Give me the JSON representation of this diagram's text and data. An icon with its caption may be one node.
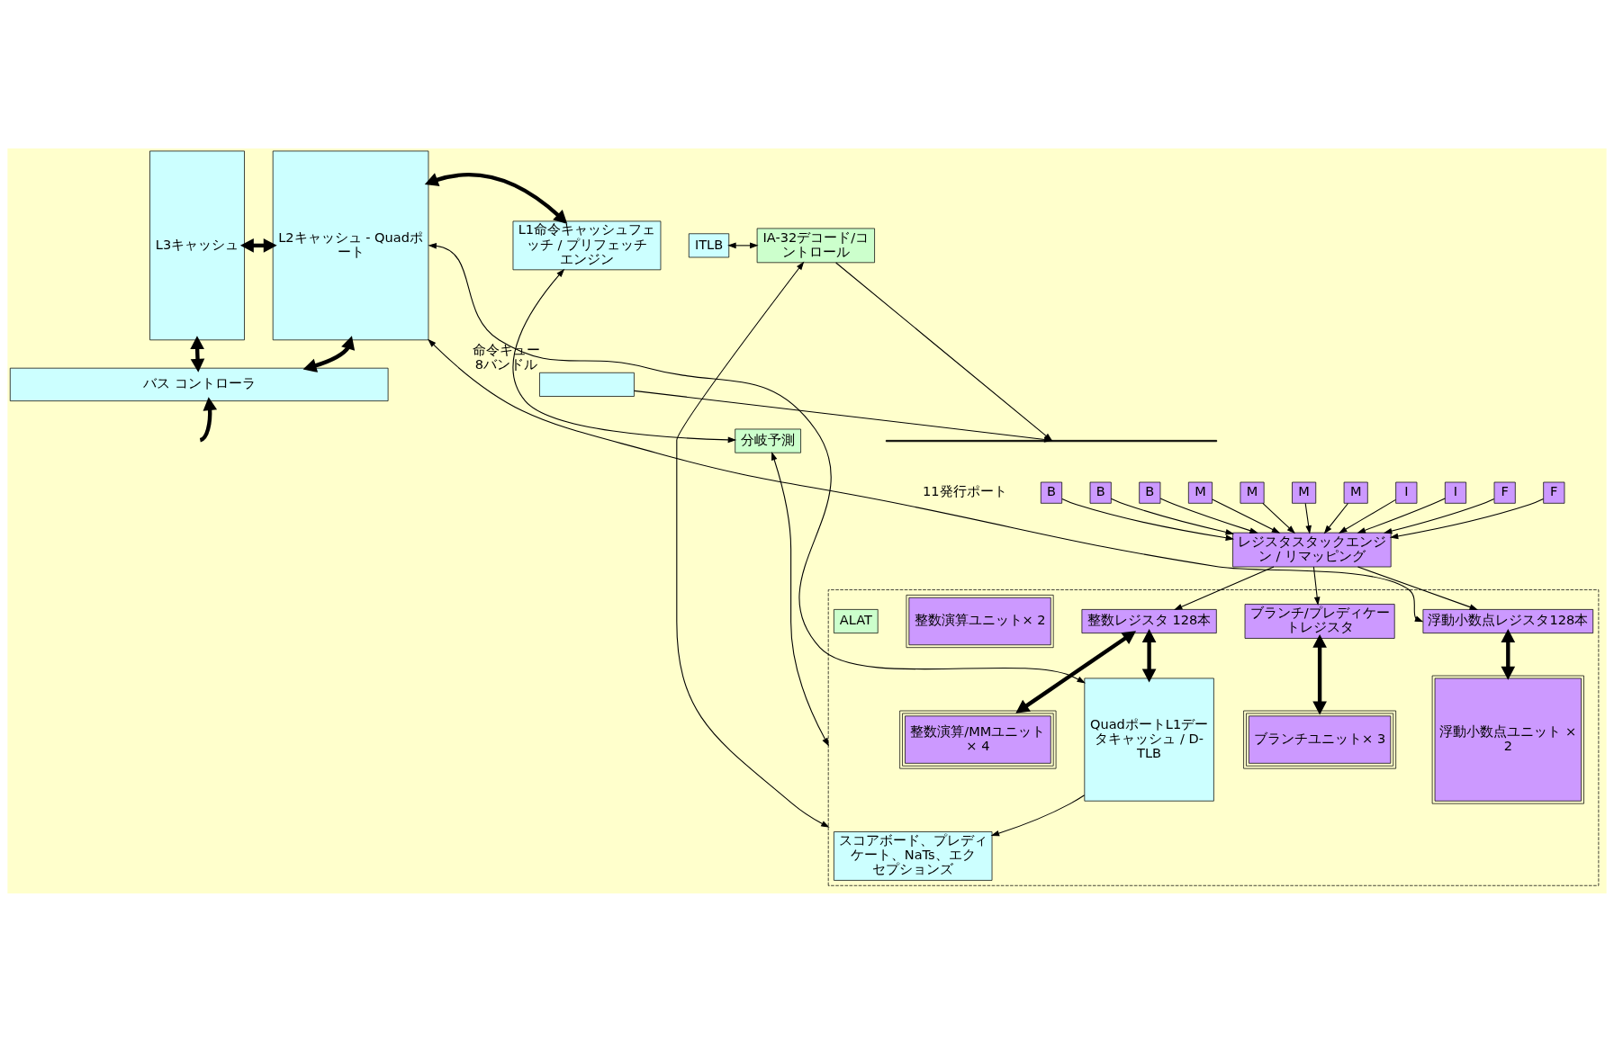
{
  "diagram": {
    "nodes": [
      {
        "text": [
          "L3キャッシュ"
        ]
      },
      {
        "text": [
          "L2キャッシュ - Quadポート"
        ]
      },
      {
        "text": [
          "L1命令キャッシュフェッチ / プリフェッチエンジン"
        ]
      },
      {
        "text": [
          "ITLB"
        ]
      },
      {
        "text": [
          "分岐予測"
        ]
      },
      {
        "text": [
          "IA-32デコード/コントロール"
        ]
      },
      {
        "text": [],
        "shape": "box",
        "beside": [
          "命令キュー",
          "8バンドル"
        ]
      },
      {
        "text": [
          "B"
        ]
      },
      {
        "text": [
          "B"
        ]
      },
      {
        "text": [
          "B"
        ]
      },
      {
        "text": [
          "M"
        ]
      },
      {
        "text": [
          "M"
        ]
      },
      {
        "text": [
          "M"
        ]
      },
      {
        "text": [
          "M"
        ]
      },
      {
        "text": [
          "I"
        ]
      },
      {
        "text": [
          "I"
        ]
      },
      {
        "text": [
          "F"
        ]
      },
      {
        "text": [
          "F"
        ]
      },
      {
        "text": [
          "レジスタスタックエンジン / リマッピング"
        ]
      },
      {
        "text": [],
        "shape": "box"
      },
      {
        "text": [
          "スコアボード、プレディケート、NaTs、エクセプションズ"
        ],
        "in": 19
      },
      {
        "text": [
          "ブランチ/プレディケートレジスタ"
        ],
        "in": 19
      },
      {
        "text": [
          "整数レジスタ 128本"
        ],
        "in": 19
      },
      {
        "text": [
          "浮動小数点レジスタ128本"
        ],
        "in": 19
      },
      {
        "text": [
          "ブランチユニット× 3"
        ],
        "in": 19
      },
      {
        "text": [
          "整数演算/MMユニット× 4"
        ],
        "in": 19
      },
      {
        "text": [
          "整数演算ユニット× 2"
        ],
        "in": 19
      },
      {
        "text": [
          "QuadポートL1データキャッシュ / D-TLB"
        ],
        "in": 19
      },
      {
        "text": [
          "ALAT"
        ],
        "in": 19
      },
      {
        "text": [
          "浮動小数点ユニット × 2"
        ],
        "in": 19
      },
      {
        "text": [
          "バス コントローラ"
        ]
      },
      {
        "text": [],
        "shape": "bar"
      }
    ],
    "edges": [
      {
        "from": 0,
        "to": 1,
        "arrow": "both",
        "style": "thick"
      },
      {
        "from": 1,
        "to": 2,
        "arrow": "both",
        "style": "thick"
      },
      {
        "from": 4,
        "to": 2,
        "arrow": "both"
      },
      {
        "from": 3,
        "to": 5,
        "arrow": "both"
      },
      {
        "from": 6,
        "to": 31,
        "arrow": "to"
      },
      {
        "from": 5,
        "to": 31,
        "arrow": "to"
      },
      {
        "from": 7,
        "to": 18,
        "arrow": "to"
      },
      {
        "from": 8,
        "to": 18,
        "arrow": "to"
      },
      {
        "from": 9,
        "to": 18,
        "arrow": "to"
      },
      {
        "from": 10,
        "to": 18,
        "arrow": "to"
      },
      {
        "from": 11,
        "to": 18,
        "arrow": "to"
      },
      {
        "from": 12,
        "to": 18,
        "arrow": "to"
      },
      {
        "from": 13,
        "to": 18,
        "arrow": "to"
      },
      {
        "from": 14,
        "to": 18,
        "arrow": "to"
      },
      {
        "from": 15,
        "to": 18,
        "arrow": "to"
      },
      {
        "from": 16,
        "to": 18,
        "arrow": "to"
      },
      {
        "from": 17,
        "to": 18,
        "arrow": "to"
      },
      {
        "from": 4,
        "to": 19,
        "arrow": "both"
      },
      {
        "from": 5,
        "to": 19,
        "arrow": "both"
      },
      {
        "from": 18,
        "to": 21,
        "arrow": "to"
      },
      {
        "from": 18,
        "to": 22,
        "arrow": "to"
      },
      {
        "from": 18,
        "to": 23,
        "arrow": "to"
      },
      {
        "from": 21,
        "to": 24,
        "arrow": "both",
        "style": "thick"
      },
      {
        "from": 22,
        "to": 25,
        "arrow": "both",
        "style": "thick"
      },
      {
        "from": 22,
        "to": 27,
        "arrow": "both",
        "style": "thick"
      },
      {
        "from": 23,
        "to": 29,
        "arrow": "both",
        "style": "thick"
      },
      {
        "from": 27,
        "to": 20,
        "arrow": "to"
      },
      {
        "from": 1,
        "to": 27,
        "arrow": "both"
      },
      {
        "from": 1,
        "to": 23,
        "arrow": "both"
      },
      {
        "from": 0,
        "to": 30,
        "arrow": "both",
        "style": "thick"
      },
      {
        "from": 1,
        "to": 30,
        "arrow": "both",
        "style": "thick"
      },
      {
        "from": null,
        "to": 30,
        "arrow": "to",
        "style": "thick"
      }
    ],
    "labels": [
      "11発行ポート"
    ]
  }
}
